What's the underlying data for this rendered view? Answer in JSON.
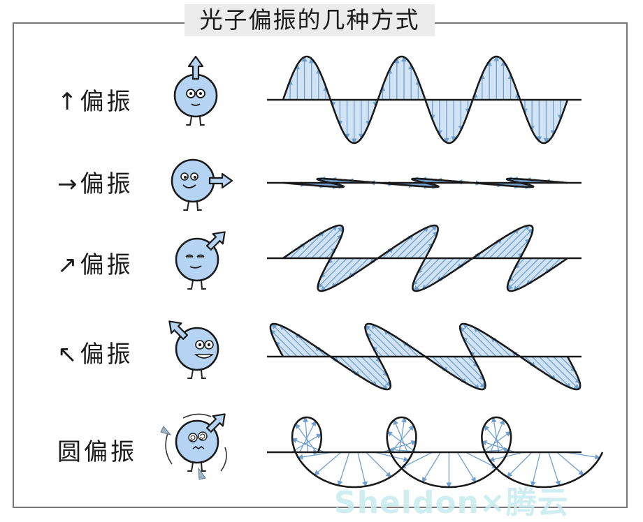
{
  "title": "光子偏振的几种方式",
  "rows": [
    {
      "label": "↑偏振",
      "type": "vertical",
      "arrow_angle_deg": -90,
      "face": "glasses"
    },
    {
      "label": "→偏振",
      "type": "horizontal",
      "arrow_angle_deg": 0,
      "face": "smile"
    },
    {
      "label": "↗偏振",
      "type": "diagonal-up",
      "arrow_angle_deg": -45,
      "face": "sleepy"
    },
    {
      "label": "↖偏振",
      "type": "diagonal-down",
      "arrow_angle_deg": -135,
      "face": "grin"
    },
    {
      "label": "圆偏振",
      "type": "circular",
      "arrow_angle_deg": -45,
      "face": "dizzy"
    }
  ],
  "watermark": "Sheldon×腾云",
  "colors": {
    "wave_stroke": "#1a1a1a",
    "wave_fill": "#d2e4f4",
    "arrow": "#6f9fcf",
    "photon_fill": "#b5d3f2",
    "frame": "#777777",
    "title_bg": "#ececec",
    "watermark": "#c6ecef"
  }
}
